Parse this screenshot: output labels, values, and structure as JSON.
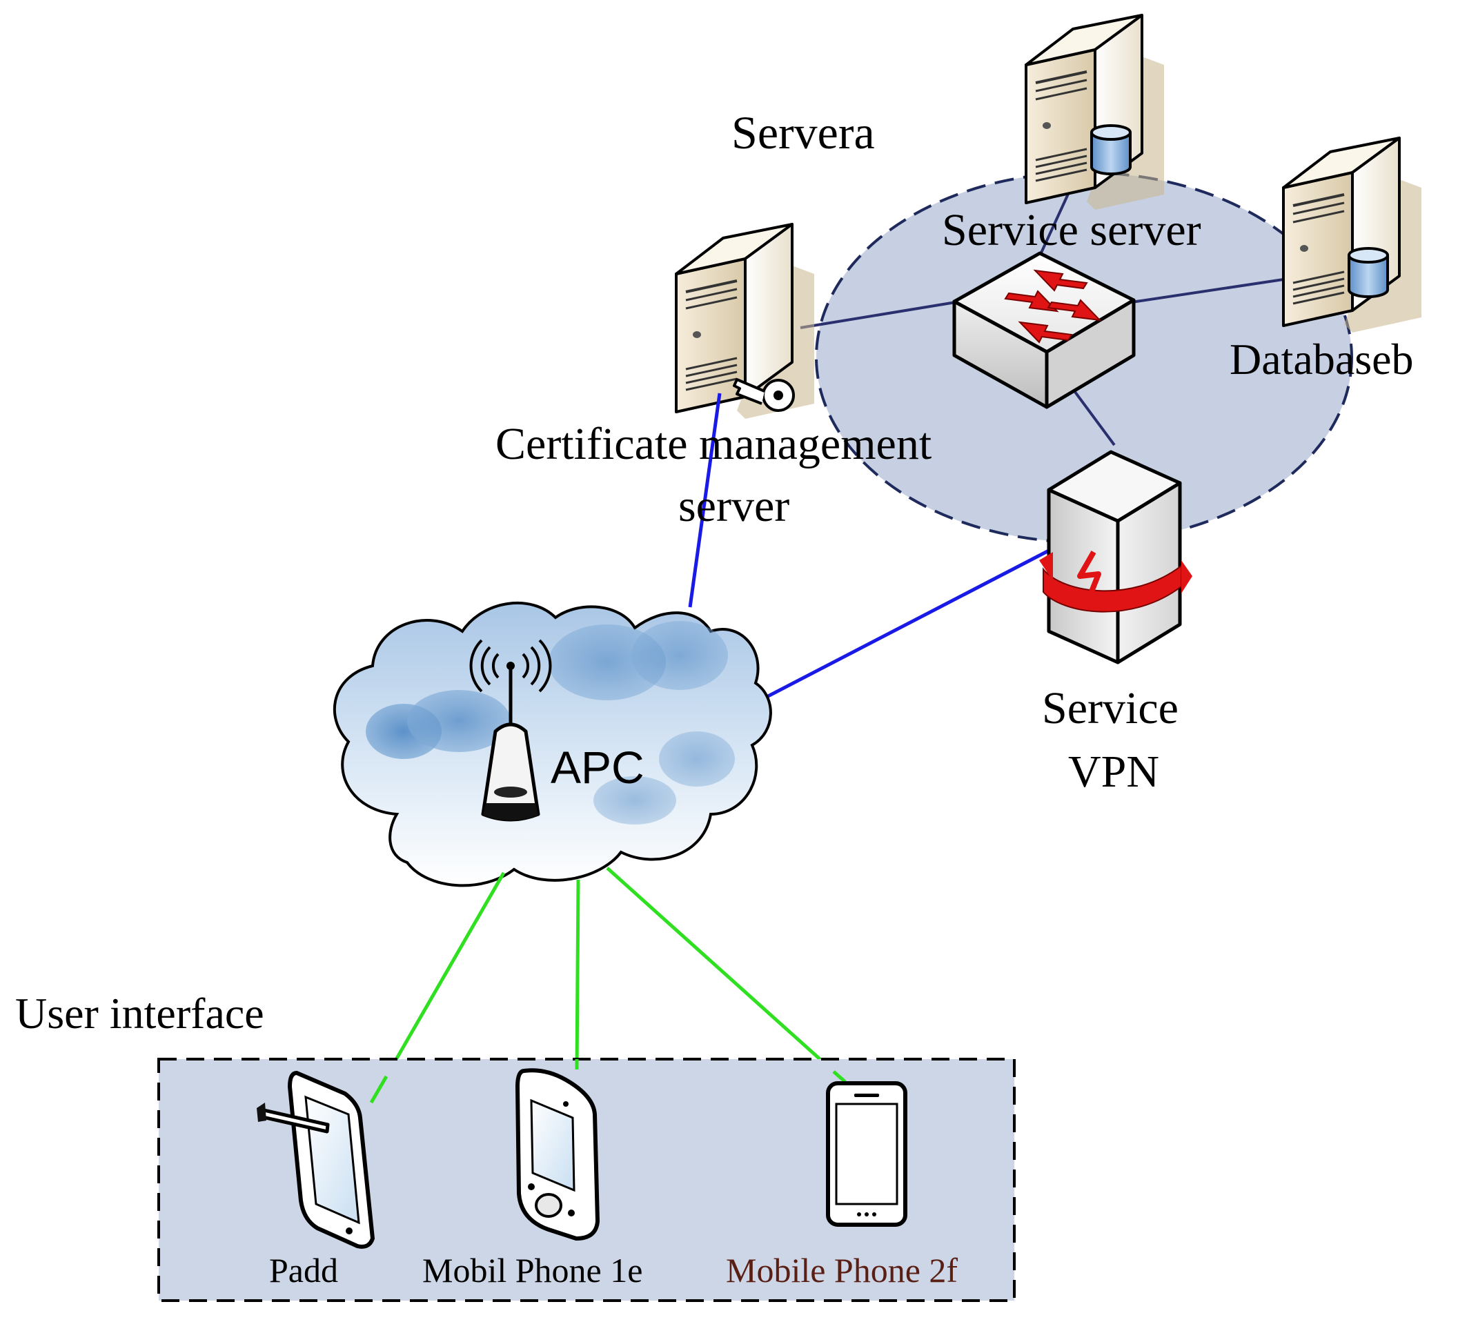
{
  "labels": {
    "server_group": "Servera",
    "service_server": "Service server",
    "database": "Databaseb",
    "cert_line1": "Certificate management",
    "cert_line2": "server",
    "vpn_line1": "Service",
    "vpn_line2": "VPN",
    "ap": "APC",
    "user_interface": "User interface",
    "pad": "Padd",
    "phone1": "Mobil Phone 1e",
    "phone2": "Mobile Phone 2f"
  },
  "colors": {
    "server_zone_fill": "#c6d0e2",
    "server_zone_stroke": "#1f2a5c",
    "user_zone_fill": "#cdd6e6",
    "user_zone_stroke": "#000000",
    "blue_link": "#1a1ae6",
    "green_link": "#2ee01f",
    "navy_link": "#2a2f6e",
    "phone2_text": "#5a1f14",
    "arrow_red": "#e01414"
  },
  "icons": {
    "service_server": "server-with-database-icon",
    "database": "server-with-database-icon",
    "certificate_server": "server-with-key-icon",
    "switch": "network-switch-icon",
    "vpn": "vpn-server-icon",
    "ap": "wireless-antenna-icon",
    "pad": "tablet-icon",
    "phone1": "pda-phone-icon",
    "phone2": "smartphone-icon"
  }
}
